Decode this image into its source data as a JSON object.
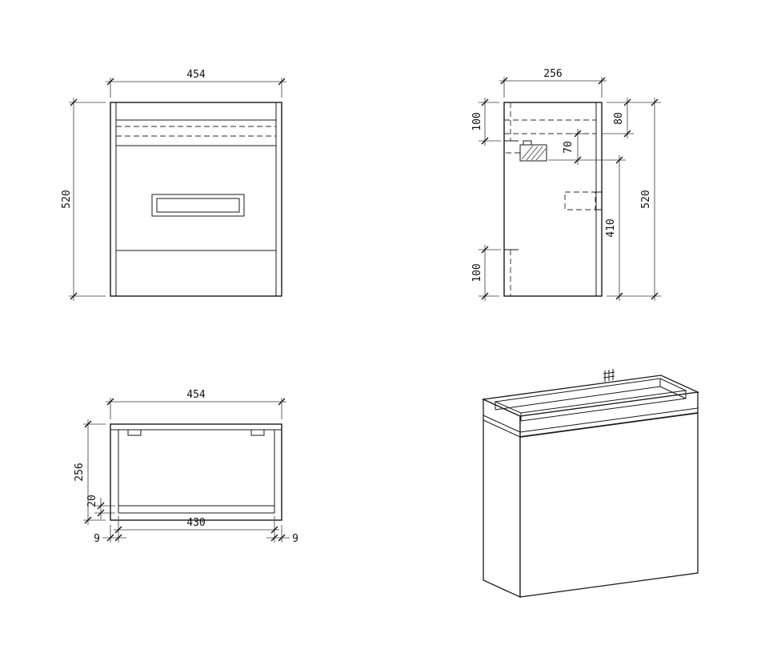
{
  "meta": {
    "drawing_type": "cabinet technical drawing, four views",
    "background_color": "#ffffff",
    "line_color": "#1a1a1a"
  },
  "front_view": {
    "dim_width": "454",
    "dim_height": "520"
  },
  "side_view": {
    "dim_depth": "256",
    "dim_top_offset": "100",
    "dim_back_top": "80",
    "dim_hinge_offset": "70",
    "dim_door_height": "410",
    "dim_height": "520",
    "dim_bottom_offset": "100"
  },
  "plan_view": {
    "dim_width": "454",
    "dim_depth": "256",
    "dim_bottom_recess": "20",
    "dim_inner_width": "430",
    "dim_wall_left": "9",
    "dim_wall_right": "9"
  }
}
